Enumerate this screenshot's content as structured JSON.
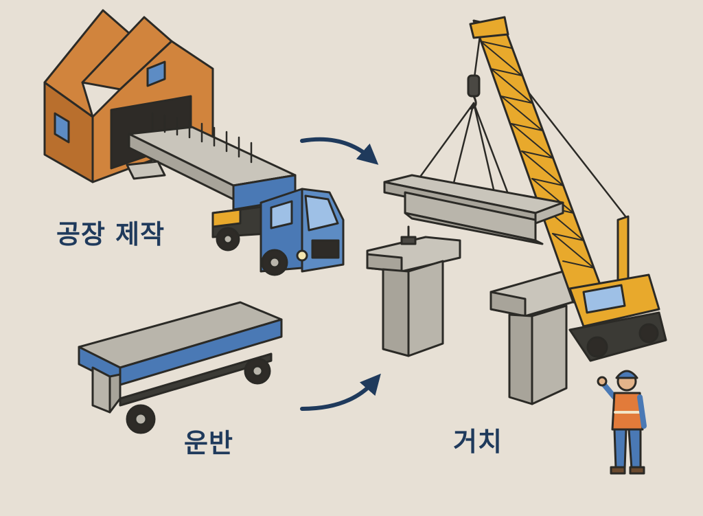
{
  "steps": [
    {
      "id": "factory",
      "label": "공장 제작"
    },
    {
      "id": "transport",
      "label": "운반"
    },
    {
      "id": "install",
      "label": "거치"
    }
  ],
  "colors": {
    "background": "#e7e0d5",
    "label": "#1f3a5c",
    "outline": "#2b2a26",
    "factory": "#d1843d",
    "truck_blue": "#4a79b5",
    "concrete": "#b9b5ab",
    "crane_yellow": "#e8a92c",
    "arrow": "#1f3a5c"
  },
  "icons": [
    "factory-building-icon",
    "truck-icon",
    "trailer-icon",
    "crane-icon",
    "girder-icon",
    "bridge-pier-icon",
    "worker-icon",
    "arrow-icon"
  ]
}
